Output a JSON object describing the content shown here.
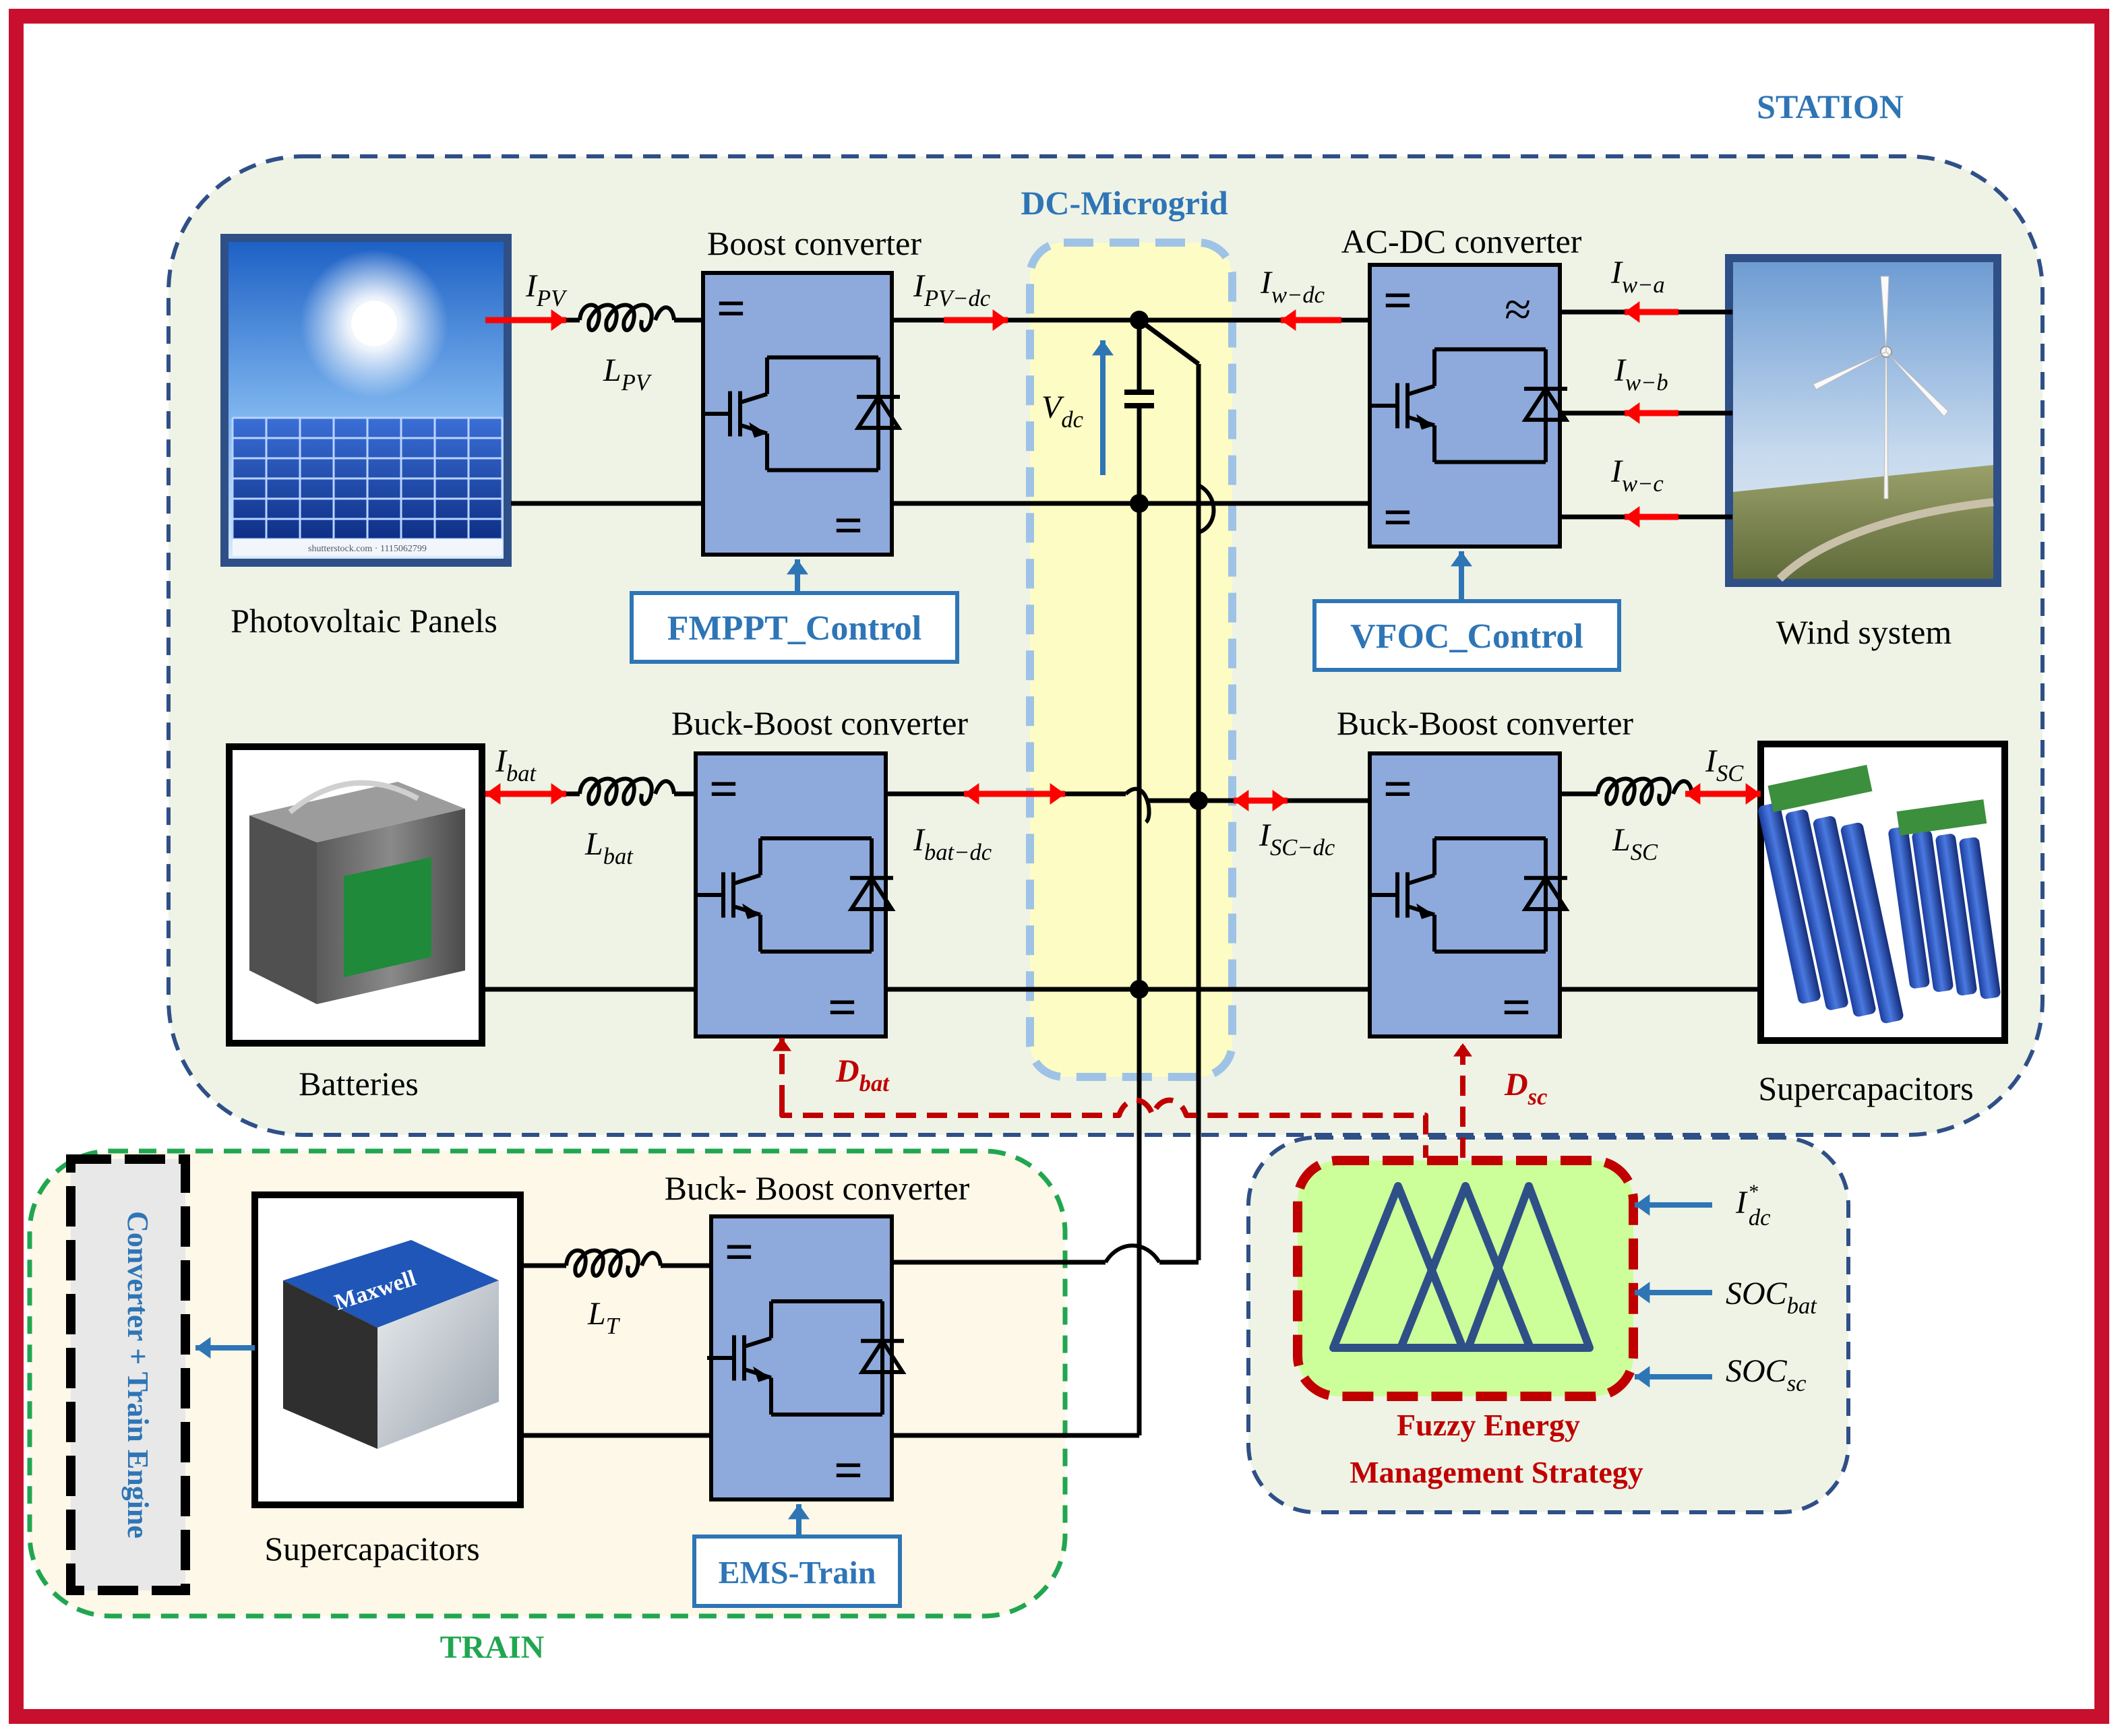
{
  "regions": {
    "station": "STATION",
    "train": "TRAIN",
    "dc_microgrid": "DC-Microgrid"
  },
  "components": {
    "pv_panels": "Photovoltaic Panels",
    "wind_system": "Wind system",
    "batteries": "Batteries",
    "supercapacitors_station": "Supercapacitors",
    "supercapacitors_train": "Supercapacitors",
    "train_engine": "Converter + Train Engine",
    "pv_watermark": "shutterstock.com · 1115062799",
    "maxwell_logo": "Maxwell"
  },
  "converters": {
    "boost": "Boost converter",
    "acdc": "AC-DC converter",
    "buckboost_bat": "Buck-Boost converter",
    "buckboost_sc": "Buck-Boost  converter",
    "buckboost_train": "Buck- Boost converter",
    "eq_symbol": "=",
    "ac_symbol": "≈"
  },
  "controls": {
    "fmppt": "FMPPT_Control",
    "vfoc": "VFOC_Control",
    "ems_train": "EMS-Train",
    "fuzzy_line1": "Fuzzy Energy",
    "fuzzy_line2": "Management Strategy"
  },
  "signals": {
    "I_PV": {
      "main": "I",
      "sub": "PV"
    },
    "L_PV": {
      "main": "L",
      "sub": "PV"
    },
    "I_PV_dc": {
      "main": "I",
      "sub": "PV−dc"
    },
    "I_w_dc": {
      "main": "I",
      "sub": "w−dc"
    },
    "I_w_a": {
      "main": "I",
      "sub": "w−a"
    },
    "I_w_b": {
      "main": "I",
      "sub": "w−b"
    },
    "I_w_c": {
      "main": "I",
      "sub": "w−c"
    },
    "V_dc": {
      "main": "V",
      "sub": "dc"
    },
    "I_bat": {
      "main": "I",
      "sub": "bat"
    },
    "L_bat": {
      "main": "L",
      "sub": "bat"
    },
    "I_bat_dc": {
      "main": "I",
      "sub": "bat−dc"
    },
    "I_SC_dc": {
      "main": "I",
      "sub": "SC−dc"
    },
    "L_SC": {
      "main": "L",
      "sub": "SC"
    },
    "I_SC": {
      "main": "I",
      "sub": "SC"
    },
    "L_T": {
      "main": "L",
      "sub": "T"
    },
    "D_bat": {
      "main": "D",
      "sub": "bat"
    },
    "D_sc": {
      "main": "D",
      "sub": "sc"
    },
    "I_dc_ref": {
      "main": "I",
      "sub": "dc",
      "sup": "*"
    },
    "SOC_bat": {
      "main": "SOC",
      "sub": "bat"
    },
    "SOC_sc": {
      "main": "SOC",
      "sub": "sc"
    }
  },
  "colors": {
    "frame_red": "#c8102e",
    "station_border": "#2f4f87",
    "station_fill": "#eef3e6",
    "train_border": "#21a650",
    "train_fill": "#fdf8e7",
    "microgrid_fill": "#fcfcc4",
    "microgrid_border": "#9fc3e6",
    "converter_fill": "#8ea9db",
    "control_blue": "#2e75b6",
    "fuzzy_fill": "#ccff99",
    "fuzzy_border": "#c00000",
    "arrow_red": "#ff0000"
  }
}
